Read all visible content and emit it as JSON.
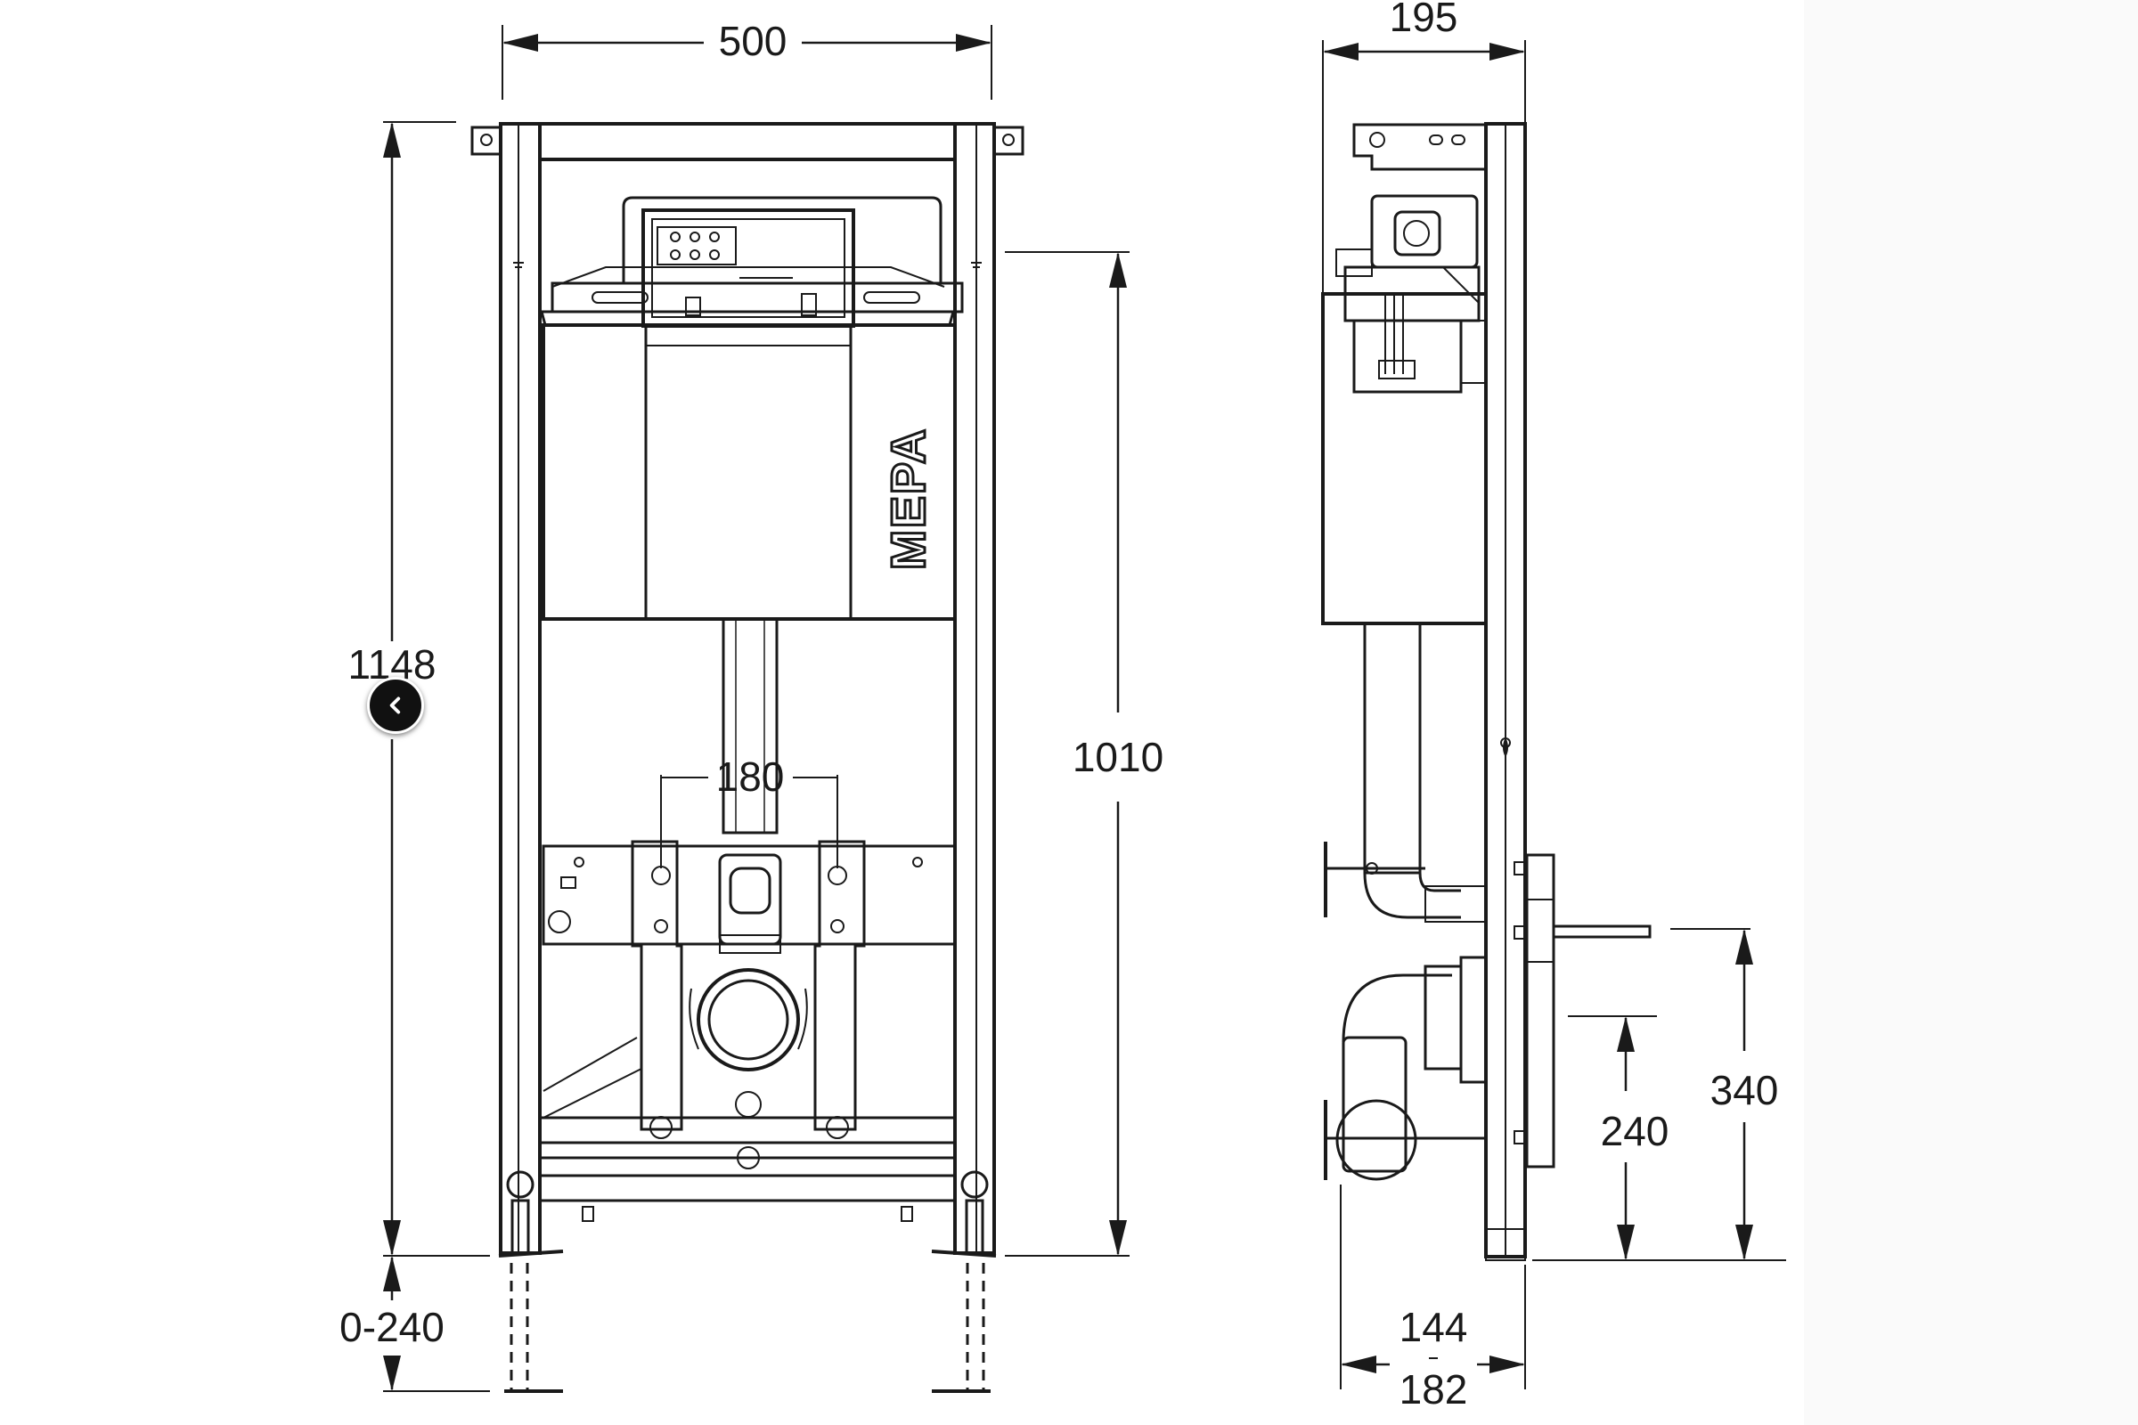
{
  "brand": {
    "logo_text": "MEPA"
  },
  "front_view": {
    "width_label": "500",
    "height_label": "1148",
    "flush_height_label": "1010",
    "bolt_spacing_label": "180",
    "leg_adjust_label": "0-240"
  },
  "side_view": {
    "depth_label": "195",
    "drain_height_label": "340",
    "outlet_height_label": "240",
    "min_depth_label": "144",
    "max_depth_label": "182"
  },
  "viewer": {
    "prev_icon": "chevron-left-icon"
  }
}
